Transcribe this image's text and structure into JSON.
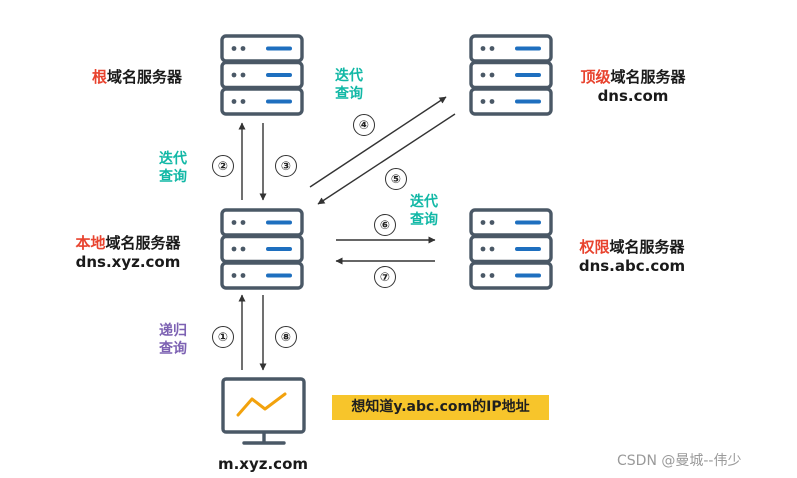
{
  "root_server": {
    "highlight": "根",
    "rest": "域名服务器"
  },
  "tld_server": {
    "highlight": "顶级",
    "rest": "域名服务器",
    "host": "dns.com"
  },
  "local_server": {
    "highlight": "本地",
    "rest": "域名服务器",
    "host": "dns.xyz.com"
  },
  "auth_server": {
    "highlight": "权限",
    "rest": "域名服务器",
    "host": "dns.abc.com"
  },
  "client": {
    "host": "m.xyz.com"
  },
  "queries": {
    "iter_top": {
      "line1": "迭代",
      "line2": "查询"
    },
    "iter_left": {
      "line1": "迭代",
      "line2": "查询"
    },
    "iter_right": {
      "line1": "迭代",
      "line2": "查询"
    },
    "recursive": {
      "line1": "递归",
      "line2": "查询"
    }
  },
  "steps": [
    "①",
    "②",
    "③",
    "④",
    "⑤",
    "⑥",
    "⑦",
    "⑧"
  ],
  "banner": "想知道y.abc.com的IP地址",
  "watermark": "CSDN @曼城--伟少",
  "colors": {
    "highlight": "#e8432e",
    "iterative": "#12b8a6",
    "recursive": "#7d62b3",
    "server_stroke": "#4a5866",
    "server_bar": "#1e6fbf",
    "banner": "#f7c52b"
  },
  "icons": [
    "server-icon",
    "monitor-icon"
  ]
}
